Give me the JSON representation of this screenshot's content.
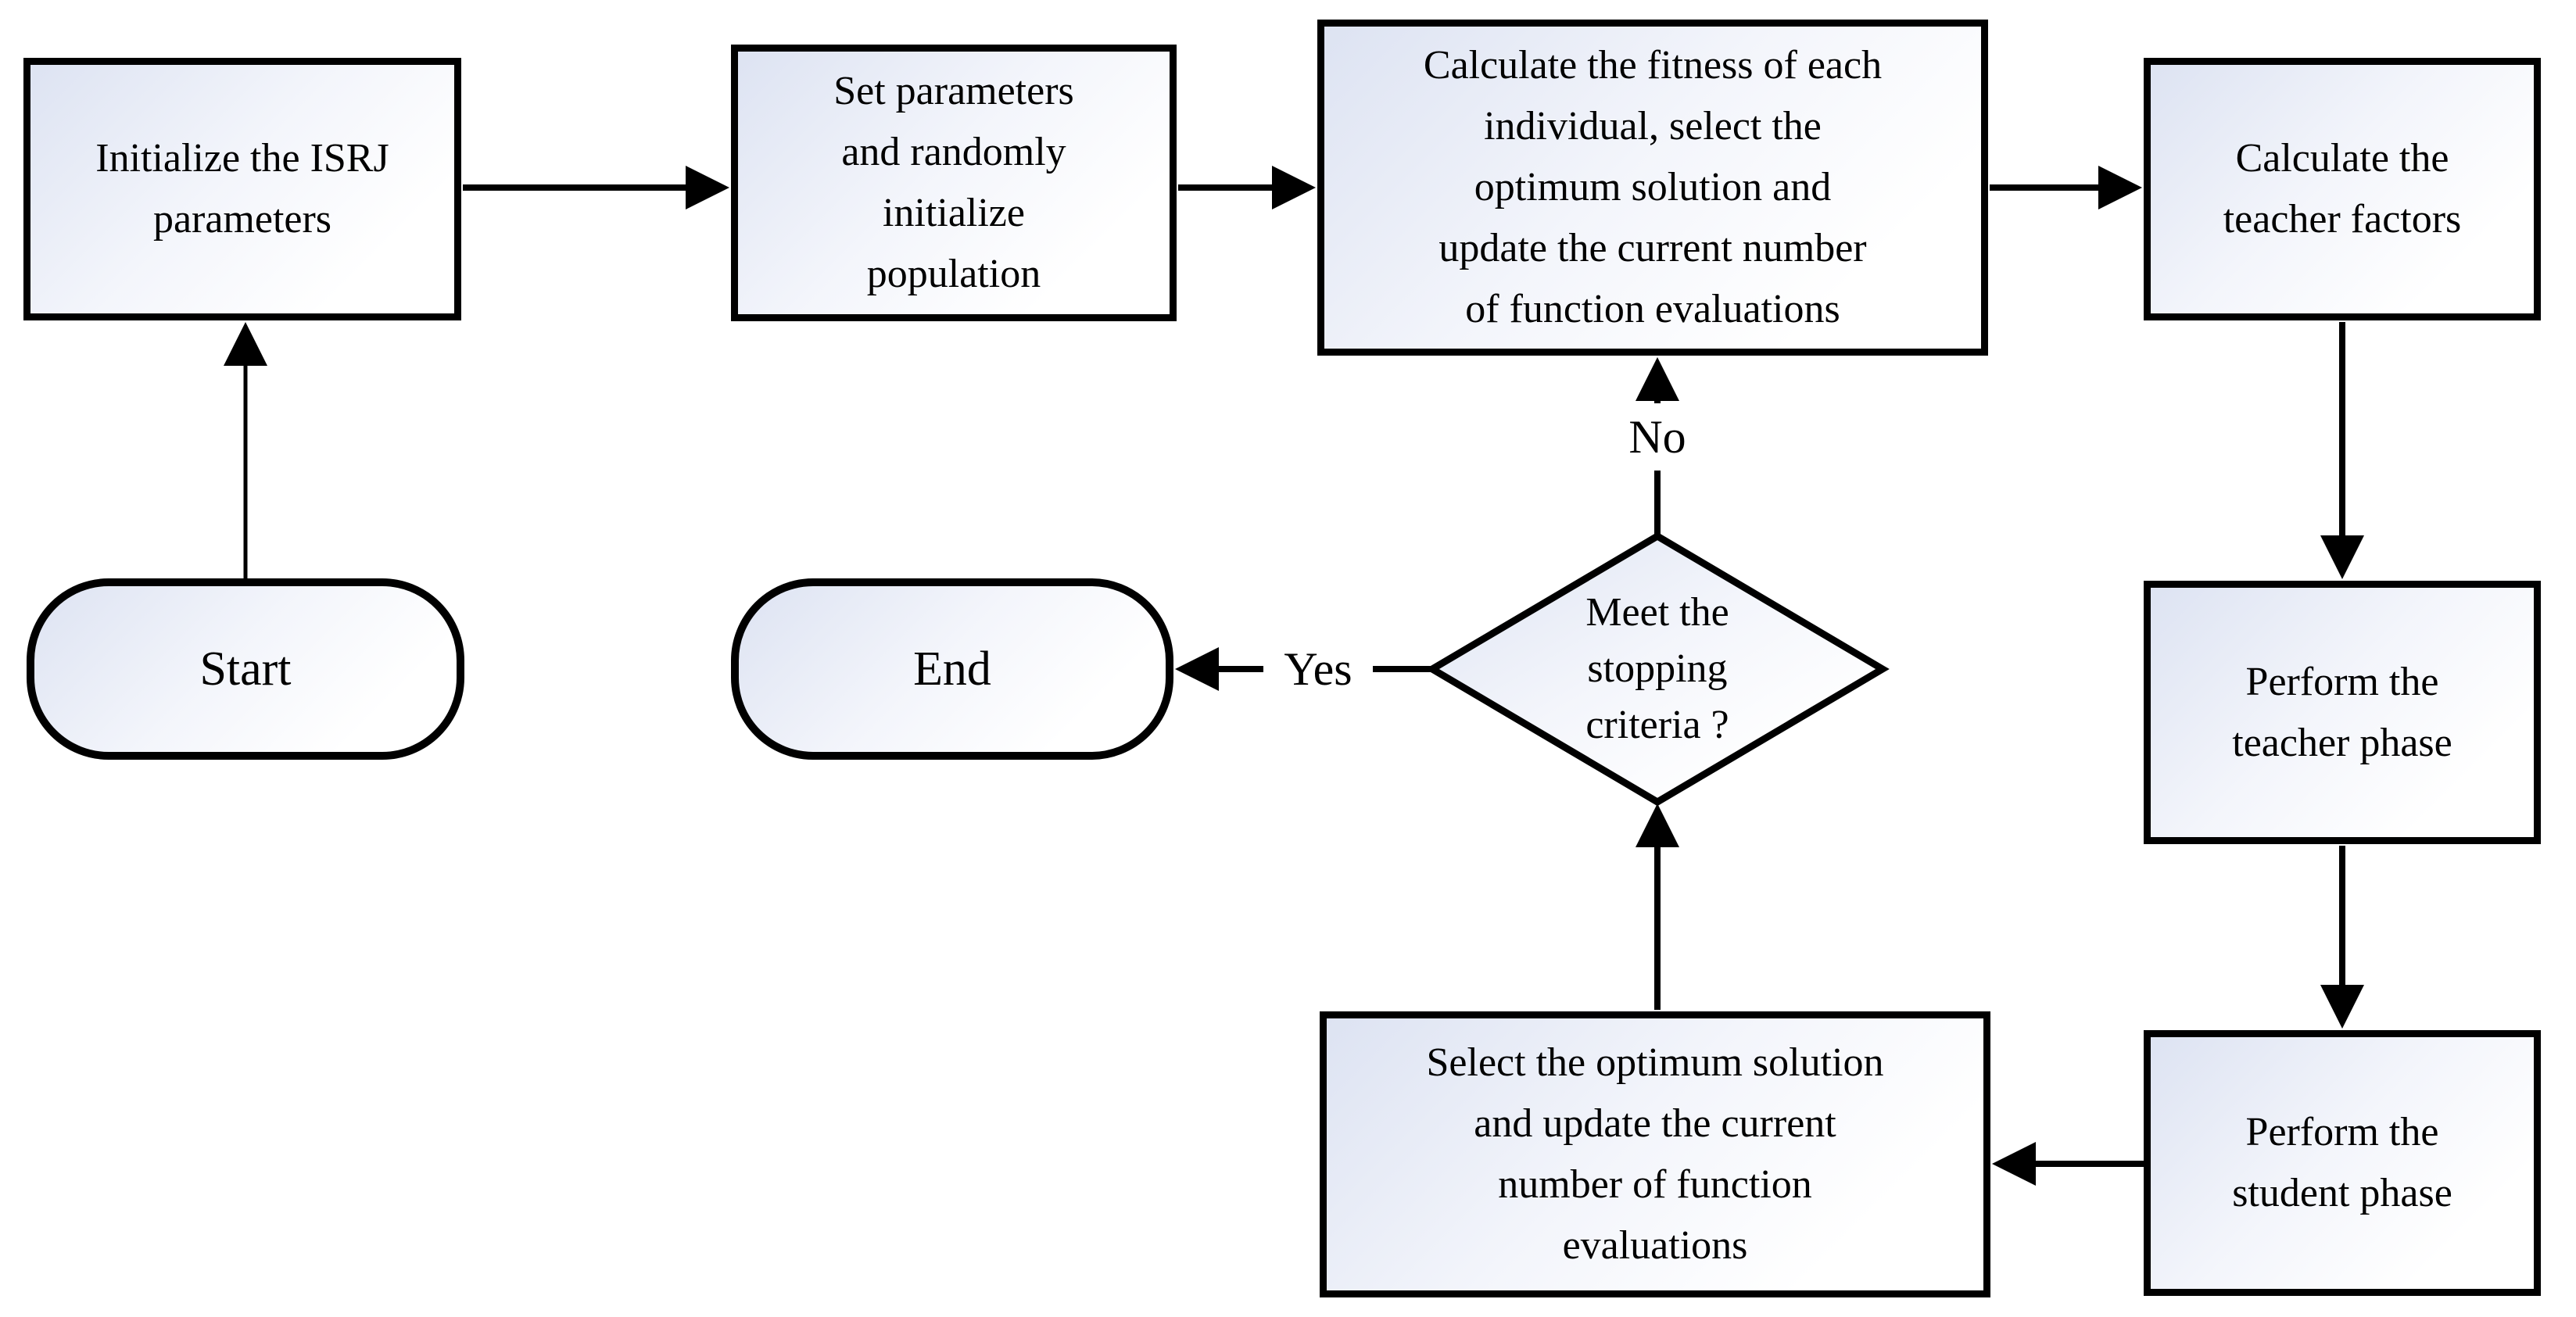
{
  "nodes": {
    "start": {
      "label": "Start",
      "shape": "terminator"
    },
    "end": {
      "label": "End",
      "shape": "terminator"
    },
    "init": {
      "label": "Initialize the ISRJ\nparameters",
      "shape": "process"
    },
    "setpar": {
      "label": "Set parameters\nand randomly\ninitialize\npopulation",
      "shape": "process"
    },
    "fitness": {
      "label": "Calculate the fitness of each\nindividual, select the\noptimum solution and\nupdate the current number\nof function evaluations",
      "shape": "process"
    },
    "factors": {
      "label": "Calculate the\nteacher factors",
      "shape": "process"
    },
    "teacher": {
      "label": "Perform the\nteacher phase",
      "shape": "process"
    },
    "student": {
      "label": "Perform the\nstudent phase",
      "shape": "process"
    },
    "select": {
      "label": "Select the optimum solution\nand update the current\nnumber of function\nevaluations",
      "shape": "process"
    },
    "decide": {
      "label": "Meet the\nstopping\ncriteria ?",
      "shape": "decision"
    }
  },
  "edges": {
    "no_label": "No",
    "yes_label": "Yes"
  },
  "colors": {
    "border": "#000000",
    "text": "#000000",
    "background": "#ffffff",
    "fill_start": "#dde3f2",
    "fill_mid": "#f3f5fb",
    "fill_end": "#ffffff"
  }
}
